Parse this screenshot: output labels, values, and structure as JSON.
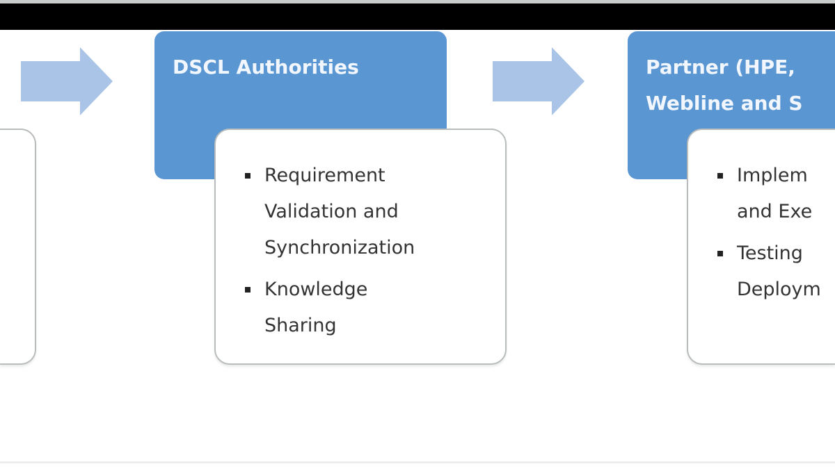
{
  "colors": {
    "header_fill": "#5a96d2",
    "arrow_fill": "#a9c4e6",
    "topbar": "#000000",
    "box_border": "#b8bcbc"
  },
  "stages": [
    {
      "title_lines": [
        "DSCL Authorities"
      ],
      "bullets": [
        {
          "lines": [
            "Requirement",
            "Validation and",
            "Synchronization"
          ]
        },
        {
          "lines": [
            "Knowledge",
            "Sharing"
          ]
        }
      ]
    },
    {
      "title_lines": [
        "Partner (HPE,",
        "Webline and S"
      ],
      "bullets": [
        {
          "lines": [
            "Implem",
            "and Exe"
          ]
        },
        {
          "lines": [
            "Testing",
            "Deploym"
          ]
        }
      ]
    }
  ]
}
